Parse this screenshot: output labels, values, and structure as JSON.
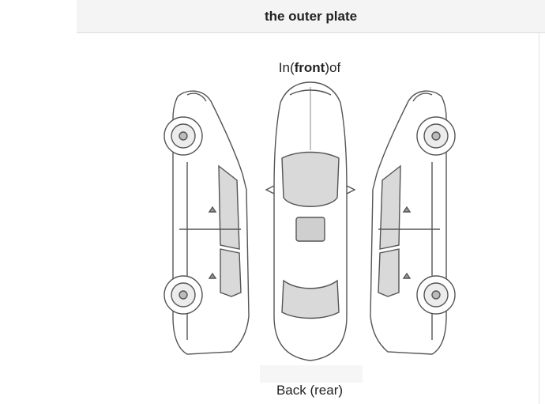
{
  "header": {
    "title": "the outer plate"
  },
  "labels": {
    "front_prefix": "In(",
    "front_bold": "front",
    "front_suffix": ")of",
    "back": "Back (rear)"
  }
}
